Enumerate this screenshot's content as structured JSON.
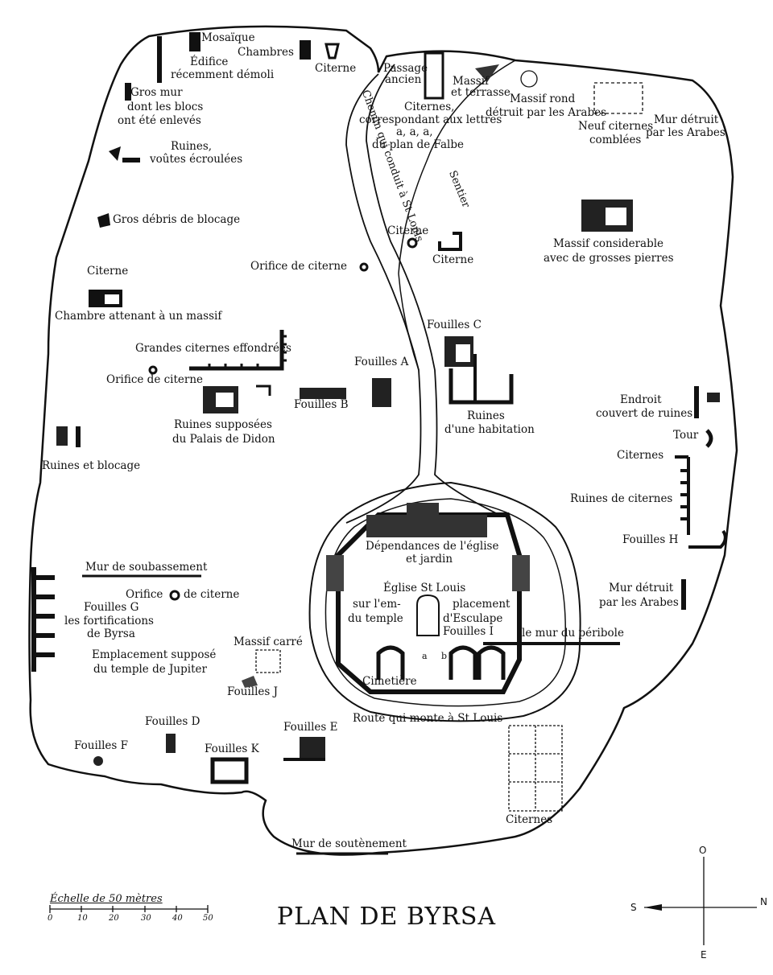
{
  "title": "PLAN DE BYRSA",
  "scale": {
    "label": "Échelle de 50 mètres",
    "ticks": [
      "0",
      "10",
      "20",
      "30",
      "40",
      "50"
    ]
  },
  "compass": {
    "north": "N",
    "south": "S",
    "east": "E",
    "west": "O"
  },
  "labels": {
    "mosaique": "Mosaïque",
    "chambres": "Chambres",
    "edifice": "Édifice",
    "edifice2": "récemment démoli",
    "citerne_top": "Citerne",
    "passage": "Passage",
    "passage2": "ancien",
    "massif_terrasse": "Massif",
    "massif_terrasse2": "et terrasse",
    "massif_rond": "Massif rond",
    "massif_rond2": "détruit par les Arabes",
    "mur_detruit_top": "Mur détruit",
    "mur_detruit_top2": "par les Arabes",
    "gros_mur": "Gros mur",
    "gros_mur2": "dont les blocs",
    "gros_mur3": "ont été enlevés",
    "citernes_falbe": "Citernes,",
    "citernes_falbe2": "correspondant aux lettres",
    "citernes_falbe3": "a, a, a,",
    "citernes_falbe4": "du plan de Falbe",
    "neuf_citernes": "Neuf citernes",
    "neuf_citernes2": "comblées",
    "ruines_voutes": "Ruines,",
    "ruines_voutes2": "voûtes écroulées",
    "chemin": "Chemin qui conduit à St Louis",
    "sentier": "Sentier",
    "gros_debris": "Gros débris de blocage",
    "citerne_mid1": "Citerne",
    "citerne_mid2": "Citerne",
    "massif_considerable": "Massif considerable",
    "massif_considerable2": "avec de grosses pierres",
    "orifice_citerne_1": "Orifice de citerne",
    "citerne_left": "Citerne",
    "chambre_attenant": "Chambre attenant à un massif",
    "fouilles_c": "Fouilles C",
    "grandes_citernes": "Grandes citernes effondrées",
    "fouilles_a": "Fouilles A",
    "orifice_citerne_2": "Orifice de citerne",
    "endroit": "Endroit",
    "endroit2": "couvert de ruines",
    "fouilles_b": "Fouilles B",
    "ruines_habitation": "Ruines",
    "ruines_habitation2": "d'une habitation",
    "tour": "Tour",
    "palais_didon": "Ruines supposées",
    "palais_didon2": "du Palais de Didon",
    "ruines_blocage": "Ruines et blocage",
    "citernes_right": "Citernes",
    "ruines_citernes": "Ruines de citernes",
    "dependances": "Dépendances de l'église",
    "dependances2": "et jardin",
    "fouilles_h": "Fouilles H",
    "mur_soubassement": "Mur de soubassement",
    "eglise": "Église St Louis",
    "emplacement": "sur l'em-",
    "emplacement2": "placement",
    "temple": "du temple",
    "esculape": "d'Esculape",
    "fouilles_i": "Fouilles I",
    "mur_detruit_right": "Mur détruit",
    "mur_detruit_right2": "par les Arabes",
    "orifice_citerne_3": "Orifice",
    "orifice_citerne_3b": "de citerne",
    "fouilles_g": "Fouilles G",
    "fouilles_g2": "les fortifications",
    "fouilles_g3": "de Byrsa",
    "mur_peribole": "le mur du péribole",
    "massif_carre": "Massif carré",
    "temple_jupiter": "Emplacement supposé",
    "temple_jupiter2": "du temple de Jupiter",
    "cimetiere": "Cimetière",
    "letter_a": "a",
    "letter_b": "b",
    "fouilles_j": "Fouilles J",
    "route": "Route qui monte à St Louis",
    "fouilles_d": "Fouilles D",
    "fouilles_e": "Fouilles E",
    "fouilles_f": "Fouilles F",
    "fouilles_k": "Fouilles K",
    "citernes_bottom": "Citernes",
    "mur_soutenement": "Mur de soutènement"
  }
}
